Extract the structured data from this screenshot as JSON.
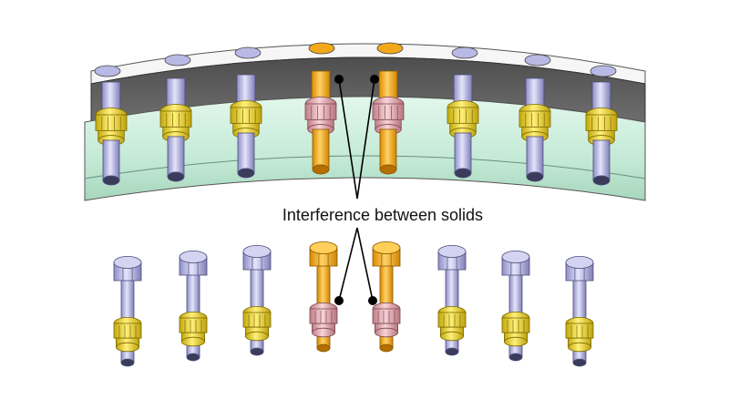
{
  "callout": {
    "label": "Interference between solids"
  },
  "colors": {
    "background": "#ffffff",
    "ring_outer": "#f4f4f4",
    "ring_dark": "#5e5e5e",
    "ring_green": "#cdeedd",
    "bolt_normal": "#b9b9e6",
    "bolt_interfering": "#f2a81a",
    "nut_normal": "#e9d22e",
    "nut_interfering": "#e2a3ab",
    "pointer": "#000000"
  },
  "assembly": {
    "bolts": [
      {
        "id": "bolt-1",
        "interfering": false
      },
      {
        "id": "bolt-2",
        "interfering": false
      },
      {
        "id": "bolt-3",
        "interfering": false
      },
      {
        "id": "bolt-4",
        "interfering": true
      },
      {
        "id": "bolt-5",
        "interfering": true
      },
      {
        "id": "bolt-6",
        "interfering": false
      },
      {
        "id": "bolt-7",
        "interfering": false
      },
      {
        "id": "bolt-8",
        "interfering": false
      }
    ]
  },
  "exploded": {
    "bolts": [
      {
        "id": "exp-bolt-1",
        "interfering": false
      },
      {
        "id": "exp-bolt-2",
        "interfering": false
      },
      {
        "id": "exp-bolt-3",
        "interfering": false
      },
      {
        "id": "exp-bolt-4",
        "interfering": true
      },
      {
        "id": "exp-bolt-5",
        "interfering": true
      },
      {
        "id": "exp-bolt-6",
        "interfering": false
      },
      {
        "id": "exp-bolt-7",
        "interfering": false
      },
      {
        "id": "exp-bolt-8",
        "interfering": false
      }
    ]
  }
}
